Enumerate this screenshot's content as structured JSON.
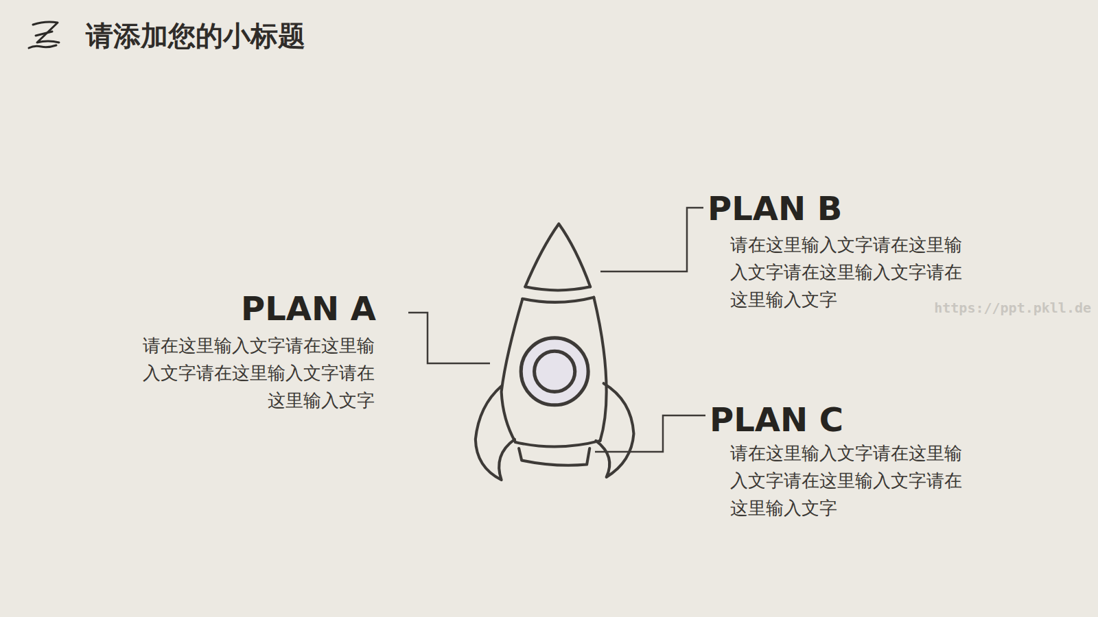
{
  "diagram": {
    "title": "请添加您的小标题",
    "labels": [
      "PLAN A",
      "请在这里输入文字请在这里输入文字请在这里输入文字请在这里输入文字",
      "PLAN B",
      "请在这里输入文字请在这里输入文字请在这里输入文字请在这里输入文字",
      "PLAN C",
      "请在这里输入文字请在这里输入文字请在这里输入文字请在这里输入文字",
      "https://ppt.pkll.de"
    ]
  }
}
